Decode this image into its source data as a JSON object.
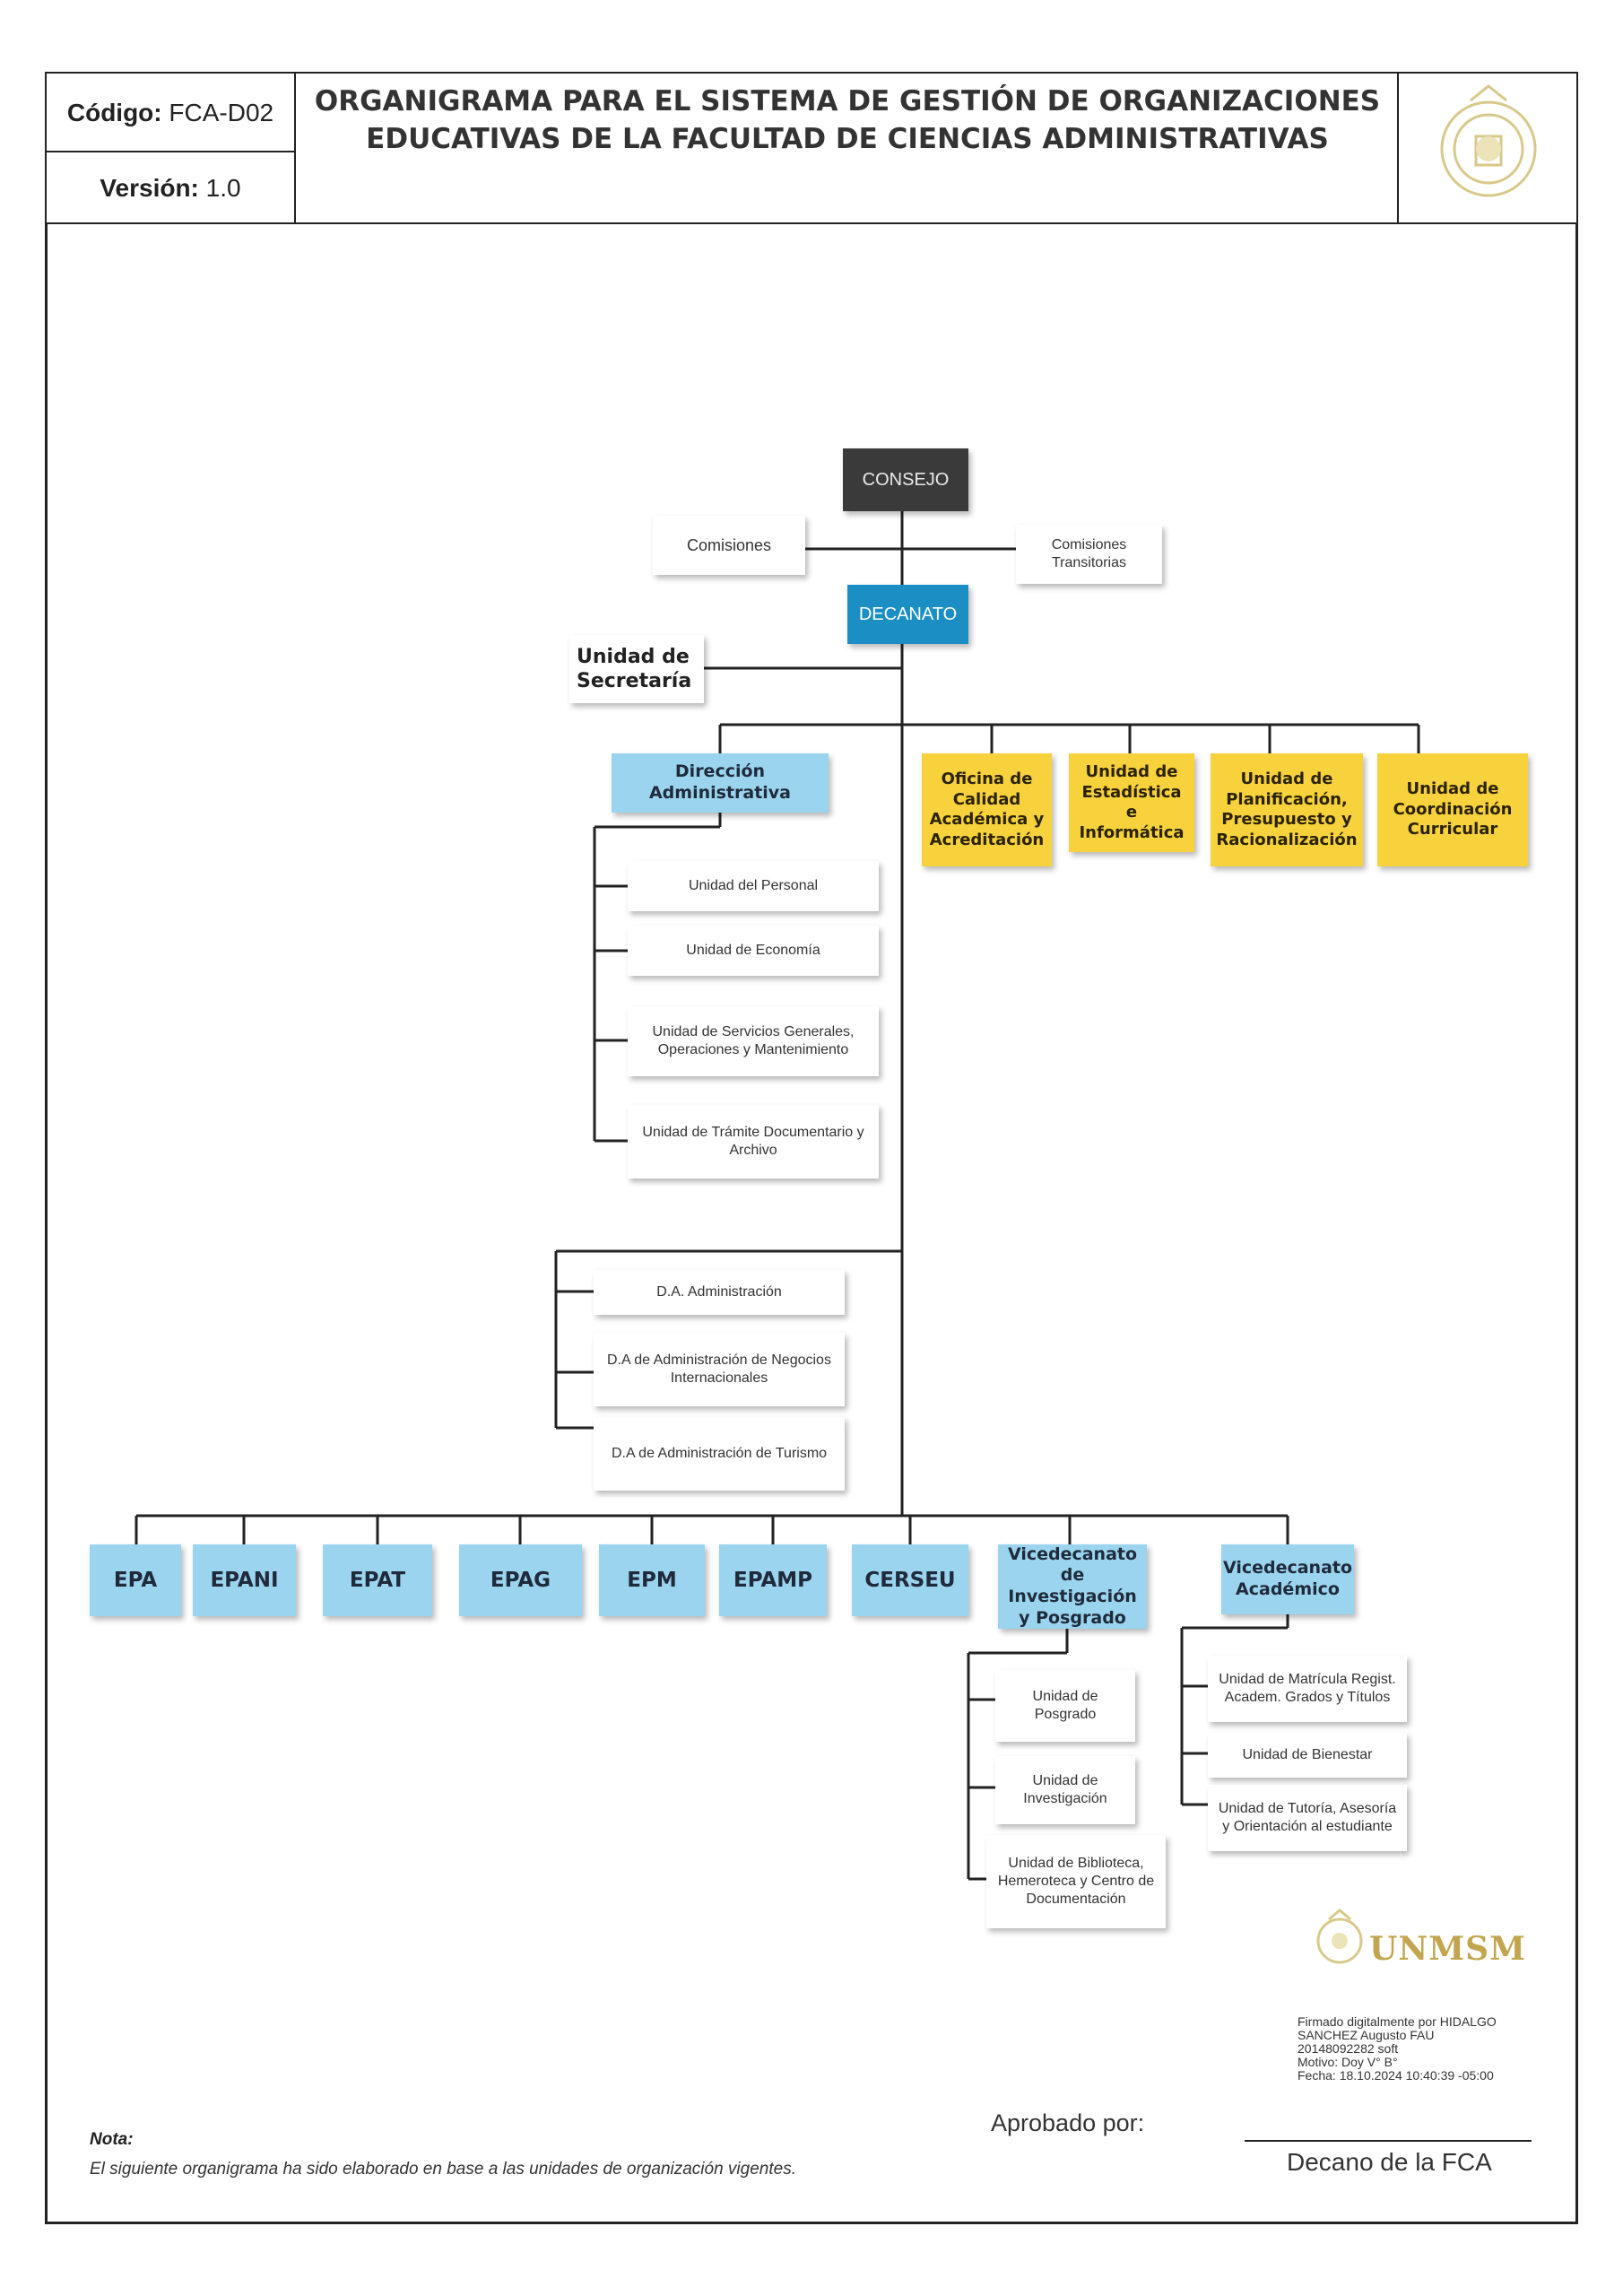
{
  "header": {
    "codigo_label": "Código:",
    "codigo_value": "FCA-D02",
    "version_label": "Versión:",
    "version_value": "1.0",
    "title_line1": "ORGANIGRAMA PARA EL SISTEMA DE GESTIÓN DE ORGANIZACIONES",
    "title_line2": "EDUCATIVAS DE LA FACULTAD DE CIENCIAS ADMINISTRATIVAS"
  },
  "org": {
    "consejo": "CONSEJO",
    "comisiones": "Comisiones",
    "comisiones_transitorias": "Comisiones Transitorias",
    "decanato": "DECANATO",
    "secretaria": "Unidad de Secretaría",
    "direccion_administrativa": "Dirección Administrativa",
    "admin_units": [
      "Unidad del Personal",
      "Unidad de Economía",
      "Unidad de Servicios Generales, Operaciones y Mantenimiento",
      "Unidad de Trámite Documentario y Archivo"
    ],
    "staff_units": [
      "Oficina de Calidad Académica y Acreditación",
      "Unidad de Estadística e Informática",
      "Unidad de Planificación, Presupuesto y Racionalización",
      "Unidad de Coordinación Curricular"
    ],
    "departments": [
      "D.A. Administración",
      "D.A de Administración de Negocios Internacionales",
      "D.A de Administración de Turismo"
    ],
    "schools": [
      "EPA",
      "EPANI",
      "EPAT",
      "EPAG",
      "EPM",
      "EPAMP",
      "CERSEU"
    ],
    "vice_investigacion": "Vicedecanato de Investigación y Posgrado",
    "vice_investigacion_units": [
      "Unidad de Posgrado",
      "Unidad de Investigación",
      "Unidad de Biblioteca, Hemeroteca y Centro de Documentación"
    ],
    "vice_academico": "Vicedecanato Académico",
    "vice_academico_units": [
      "Unidad de Matrícula Regist. Academ. Grados y Títulos",
      "Unidad de Bienestar",
      "Unidad de Tutoría, Asesoría y Orientación al estudiante"
    ]
  },
  "footer": {
    "logo_text": "UNMSM",
    "digital_signature": [
      "Firmado digitalmente por HIDALGO",
      "SANCHEZ Augusto FAU",
      "20148092282 soft",
      "Motivo: Doy V° B°",
      "Fecha: 18.10.2024 10:40:39 -05:00"
    ],
    "note_title": "Nota:",
    "note_text": "El siguiente organigrama ha sido elaborado en base a las unidades de organización vigentes.",
    "approved_by": "Aprobado por:",
    "dean": "Decano de la FCA"
  }
}
